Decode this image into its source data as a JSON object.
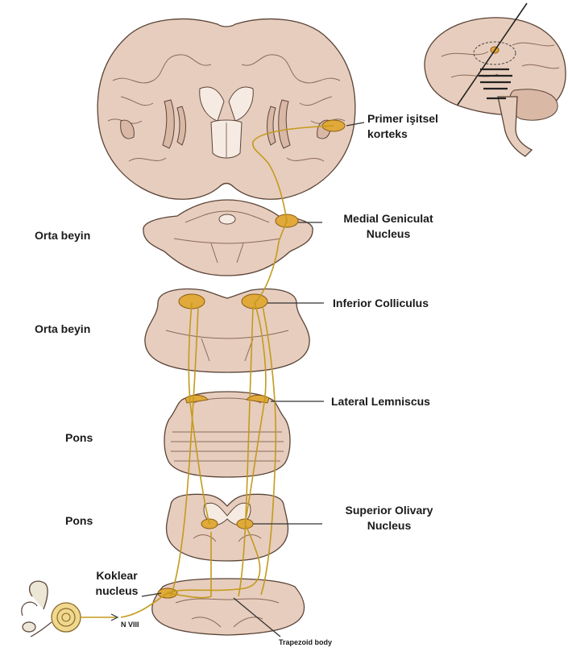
{
  "labels": {
    "primary_cortex_line1": "Primer işitsel",
    "primary_cortex_line2": "korteks",
    "mgn_line1": "Medial Geniculat",
    "mgn_line2": "Nucleus",
    "inferior_colliculus": "Inferior Colliculus",
    "lateral_lemniscus": "Lateral Lemniscus",
    "superior_olivary_line1": "Superior Olivary",
    "superior_olivary_line2": "Nucleus",
    "cochlear_nucleus_line1": "Koklear",
    "cochlear_nucleus_line2": "nucleus",
    "nerve_viii": "N VIII",
    "trapezoid_body": "Trapezoid body"
  },
  "levels": {
    "midbrain_1": "Orta beyin",
    "midbrain_2": "Orta beyin",
    "pons_1": "Pons",
    "pons_2": "Pons"
  },
  "colors": {
    "tissue": "#e7cdbd",
    "tissue_dark": "#d4ad98",
    "outline": "#5a4438",
    "pathway": "#c49a1c",
    "nucleus": "#e0a93a",
    "text": "#1a1a1a"
  }
}
